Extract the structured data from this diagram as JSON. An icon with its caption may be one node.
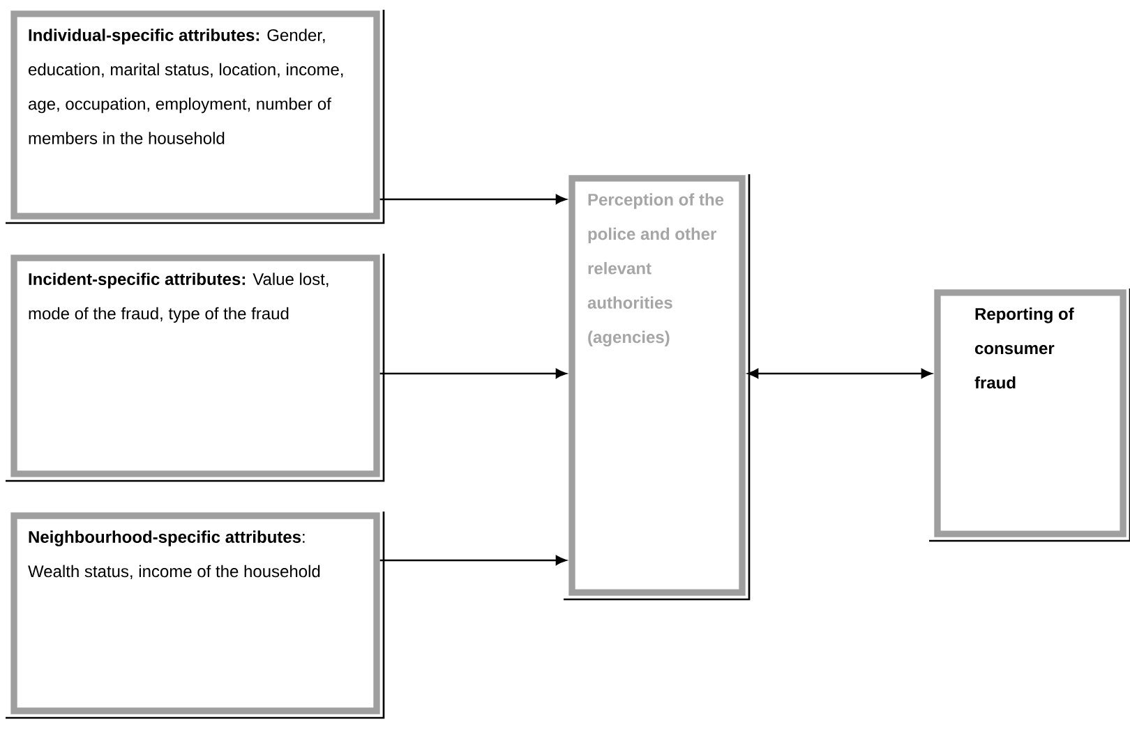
{
  "diagram": {
    "nodes": [
      {
        "text": [
          "**Individual-specific attributes:** Gender, education, marital status, location, income, age, occupation, employment, number of members in the household"
        ]
      },
      {
        "text": [
          "**Incident-specific attributes:** Value lost, mode of the fraud, type of the fraud"
        ]
      },
      {
        "text": [
          "**Neighbourhood-specific attributes**: Wealth status, income of the household"
        ]
      },
      {
        "text": [
          "Perception of the police and other relevant authorities (agencies)"
        ]
      },
      {
        "text": [
          "Reporting of consumer fraud"
        ]
      }
    ],
    "edges": [
      {
        "from": 0,
        "to": 3,
        "arrow": "to"
      },
      {
        "from": 1,
        "to": 3,
        "arrow": "to"
      },
      {
        "from": 2,
        "to": 3,
        "arrow": "to"
      },
      {
        "from": 4,
        "to": 3,
        "arrow": "both"
      }
    ]
  }
}
